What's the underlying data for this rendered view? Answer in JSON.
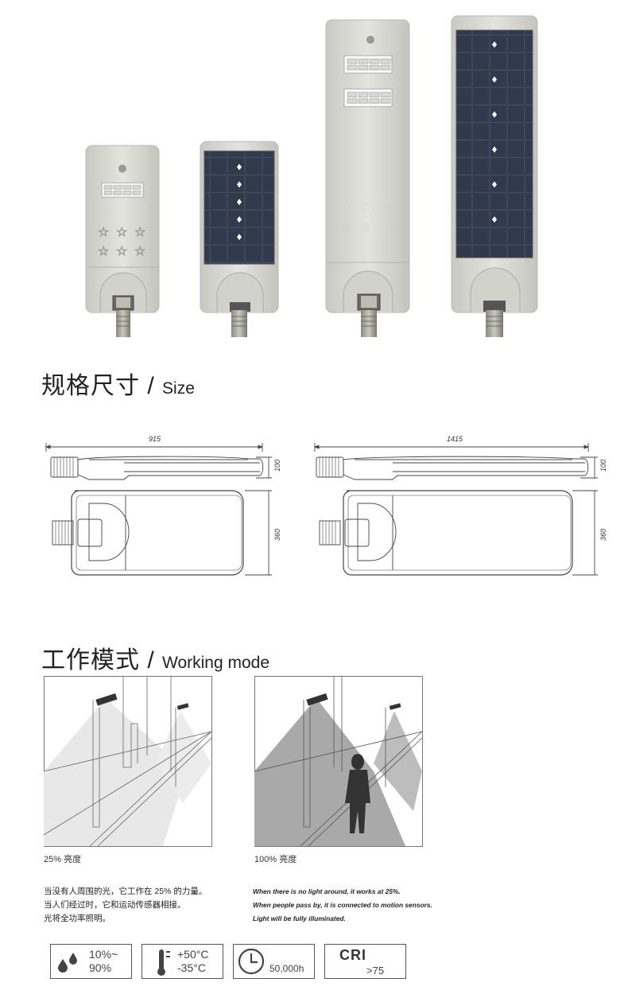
{
  "sections": {
    "size_title_cn": "规格尺寸 / ",
    "size_title_en": "Size",
    "mode_title_cn": "工作模式 / ",
    "mode_title_en": "Working mode"
  },
  "dimensions": {
    "small": {
      "length": "915",
      "height": "100",
      "width": "360"
    },
    "large": {
      "length": "1415",
      "height": "100",
      "width": "360"
    }
  },
  "modes": {
    "dim_caption": "25% 亮度",
    "full_caption": "100% 亮度"
  },
  "description_cn": [
    "当没有人周围的光，它工作在 25% 的力量。",
    "当人们经过时，它和运动传感器相接。",
    "光将全功率照明。"
  ],
  "description_en": [
    "When there is no light around, it works at 25%.",
    "When people pass by, it is connected to motion sensors.",
    "Light will be fully illuminated."
  ],
  "specs": {
    "humidity": {
      "line1": "10%~",
      "line2": "90%",
      "icon": "water-drops-icon"
    },
    "temperature": {
      "line1": "+50°C",
      "line2": "-35°C",
      "icon": "thermometer-icon"
    },
    "lifespan": {
      "value": "50,000h",
      "icon": "clock-icon"
    },
    "cri": {
      "label": "CRI",
      "value": ">75"
    }
  },
  "colors": {
    "housing": "#dcdcd6",
    "panel": "#2a3142",
    "scene_light": "#e6e6e6",
    "scene_full": "#a9a9a9"
  }
}
